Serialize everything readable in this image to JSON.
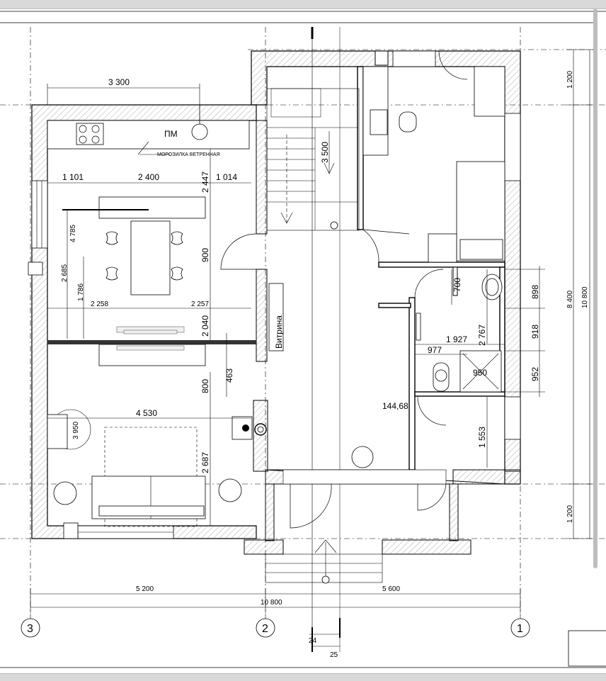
{
  "plan": {
    "room_labels": {
      "pm": "ПМ",
      "washer_note": "МОРОЗИЛКА\nВЕТРЕННАЯ",
      "vitrina": "Витрина"
    },
    "dims": {
      "d3300": "3 300",
      "d1101": "1 101",
      "d2400": "2 400",
      "d2447": "2 447",
      "d1014": "1 014",
      "d4785": "4 785",
      "d2685": "2 685",
      "d1786": "1 786",
      "d2258": "2 258",
      "d2257": "2 257",
      "d900": "900",
      "d2040": "2 040",
      "d3500": "3 500",
      "d800": "800",
      "d463": "463",
      "d4530": "4 530",
      "d3950": "3 950",
      "d2687": "2 687",
      "d700": "700",
      "d898": "898",
      "d918": "918",
      "d952": "952",
      "d1927": "1 927",
      "d2767": "2 767",
      "d977": "977",
      "d950": "950",
      "d14468": "144,68",
      "d1553": "1 553",
      "d1200a": "1 200",
      "d1200b": "1 200",
      "d8400": "8 400",
      "d10800v": "10 800",
      "d5200": "5 200",
      "d5600": "5 600",
      "d10800h": "10 800",
      "d24": "24",
      "d25": "25"
    },
    "axes": {
      "a3": "3",
      "a2": "2",
      "a1": "1"
    }
  },
  "colors": {
    "line": "#000000",
    "hatch": "#999999",
    "frame": "#d9d9d9"
  }
}
